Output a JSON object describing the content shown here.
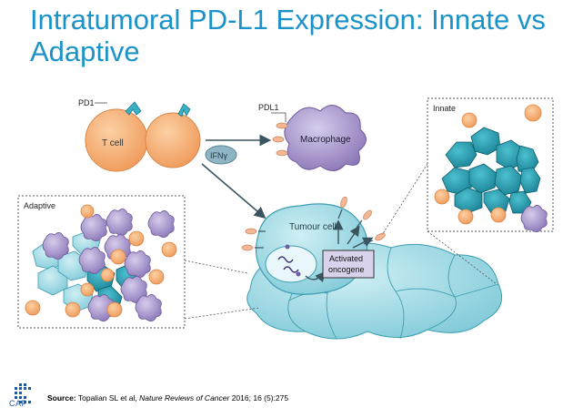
{
  "slide": {
    "title": "Intratumoral PD-L1 Expression:  Innate vs Adaptive"
  },
  "diagram": {
    "labels": {
      "pd1": "PD1",
      "t_cell": "T cell",
      "ifn": "IFNγ",
      "pdl1": "PDL1",
      "macrophage": "Macrophage",
      "tumour_cell": "Tumour cell",
      "activated_oncogene_1": "Activated",
      "activated_oncogene_2": "oncogene",
      "innate": "Innate",
      "adaptive": "Adaptive"
    }
  },
  "footer": {
    "logo_text": "CAP",
    "source_label": "Source:",
    "source_authors": " Topalian SL et al, ",
    "source_journal": "Nature Reviews of Cancer",
    "source_rest": " 2016; 16 (5):275"
  },
  "colors": {
    "title": "#1b93c8",
    "t_cell": "#f5a86a",
    "macrophage": "#a08ec8",
    "tumour_cell": "#8fd3e0",
    "tumour_dark": "#2a9fb2",
    "pdl1_receptor": "#f4b896"
  }
}
